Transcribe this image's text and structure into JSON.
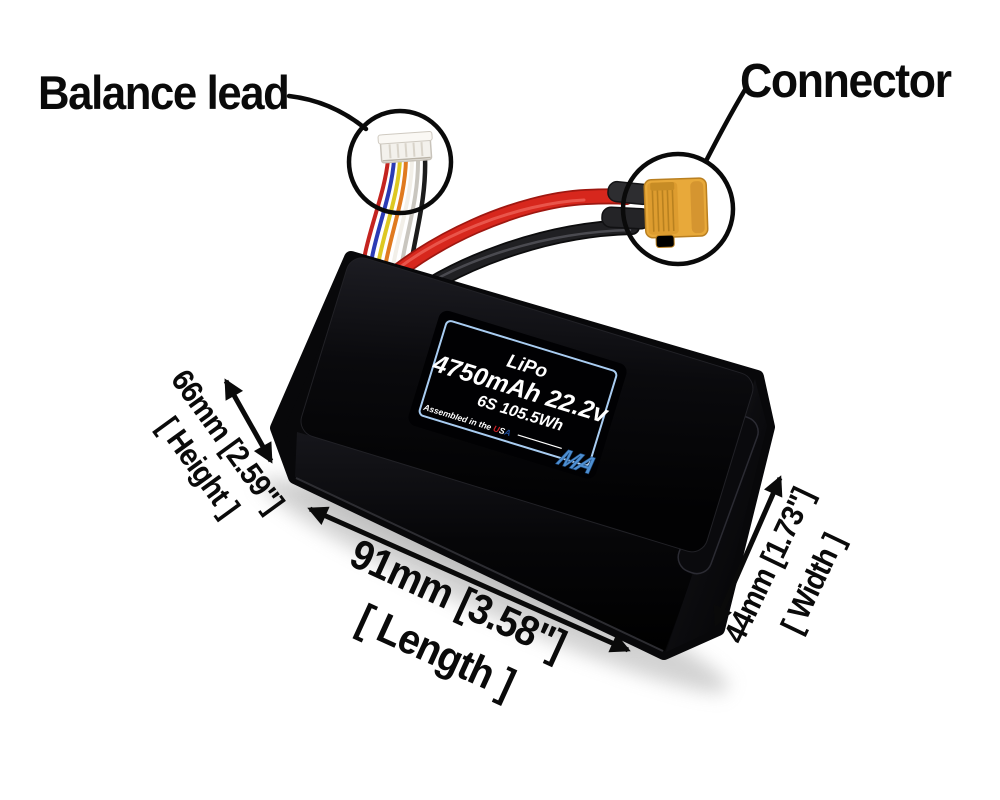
{
  "product_scene": {
    "background_color": "#ffffff",
    "callouts": {
      "balance_lead": "Balance lead",
      "connector": "Connector"
    },
    "battery_label": {
      "chemistry": "LiPo",
      "capacity": "4750mAh 22.2v",
      "cells_energy": "6S 105.5Wh",
      "assembled_prefix": "Assembled in the ",
      "assembled_u": "U",
      "assembled_s": "S",
      "assembled_a": "A",
      "logo_text": "MA"
    },
    "dimensions": {
      "height_value": "66mm [2.59\"]",
      "height_name": "[ Height ]",
      "length_value": "91mm [3.58\"]",
      "length_name": "[ Length ]",
      "width_value": "44mm [1.73\"]",
      "width_name": "[ Width ]"
    },
    "colors": {
      "annotation_black": "#0a0a0a",
      "battery_body": "#08080a",
      "label_border": "#a9cdf2",
      "label_text": "#ffffff",
      "logo_blue": "#4e8fd1",
      "usa_u": "#cc2127",
      "usa_s": "#ffffff",
      "usa_a": "#1f4fa0",
      "xt60_yellow": "#e8a93a",
      "wire_red": "#d7271d",
      "wire_black": "#202023",
      "balance_wire_colors": [
        "#c42420",
        "#2b3bb5",
        "#ddc822",
        "#e07a1f",
        "#f2efe8",
        "#c9c6bf",
        "#1c1c1c"
      ]
    }
  }
}
